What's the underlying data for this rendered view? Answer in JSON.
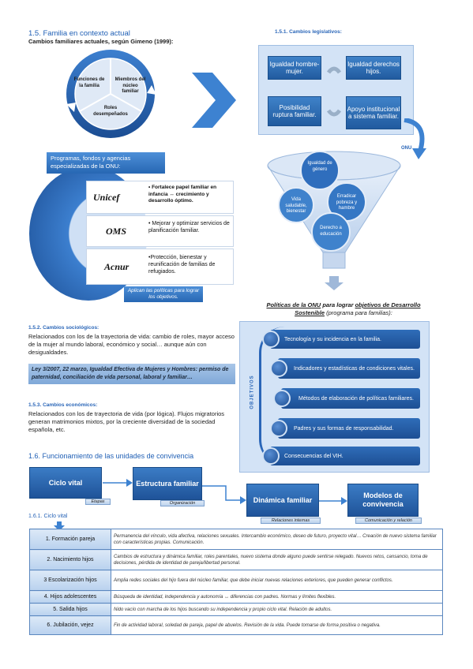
{
  "section15": {
    "title": "1.5. Familia en contexto actual",
    "subtitle": "Cambios familiares actuales, según Gimeno (1999):",
    "cycle": [
      "Funciones de la familia",
      "Miembros del núcleo familiar",
      "Roles desempeñados"
    ]
  },
  "legislativos": {
    "heading": "1.5.1. Cambios legislativos:",
    "boxes": [
      "Igualdad hombre-mujer.",
      "Igualdad derechos hijos.",
      "Posibilidad ruptura familiar.",
      "Apoyo institucional a sistema familiar."
    ]
  },
  "onu_tag": "ONU",
  "programas": {
    "header": "Programas, fondos y agencias especializadas de la ONU:",
    "orgs": [
      {
        "name": "Unicef",
        "desc": "• Fortalece papel familiar en infancia ↔ crecimiento y desarrollo óptimo."
      },
      {
        "name": "OMS",
        "desc": "• Mejorar y optimizar servicios de planificación familiar."
      },
      {
        "name": "Acnur",
        "desc": "•Protección, bienestar y reunificación de familias de refugiados."
      }
    ],
    "footer": "Aplican las políticas para lograr los objetivos."
  },
  "embudo": [
    "Igualdad de género",
    "Vida saludable, bienestar",
    "Erradicar pobreza y hambre",
    "Derecho a educación"
  ],
  "politicas_caption_parts": {
    "a": "Políticas de la ONU",
    "b": " para lograr ",
    "c": "objetivos de Desarrollo Sostenible",
    "d": " (programa para familias):"
  },
  "objetivos": {
    "side_label": "OBJETIVOS",
    "items": [
      "Tecnología y su incidencia en la familia.",
      "Indicadores y estadísticas de condiciones vitales.",
      "Métodos de elaboración de políticas familiares.",
      "Padres y sus formas de responsabilidad.",
      "Consecuencias del VIH."
    ]
  },
  "sociologicos": {
    "heading": "1.5.2. Cambios sociológicos:",
    "text": "Relacionados con los de la trayectoria de vida: cambio de roles, mayor acceso de la mujer al mundo laboral, económico y social… aunque aún con desigualdades.",
    "law": "Ley 3/2007, 22 marzo, Igualdad Efectiva de Mujeres y Hombres: permiso de paternidad, conciliación de vida personal, laboral y familiar…"
  },
  "economicos": {
    "heading": "1.5.3. Cambios económicos:",
    "text": "Relacionados con los de trayectoria de vida (por lógica). Flujos migratorios generan matrimonios mixtos, por la creciente diversidad de la sociedad española, etc."
  },
  "section16": {
    "title": "1.6. Funcionamiento de las unidades de convivencia",
    "flow": [
      {
        "label": "Ciclo vital",
        "tag": "Etapas"
      },
      {
        "label": "Estructura familiar",
        "tag": "Organización"
      },
      {
        "label": "Dinámica familiar",
        "tag": "Relaciones internas"
      },
      {
        "label": "Modelos de convivencia",
        "tag": "Comunicación y relación"
      }
    ],
    "subheading": "1.6.1. Ciclo vital"
  },
  "ciclo_table": [
    {
      "stage": "1. Formación pareja",
      "desc": "Permanencia del vínculo, vida afectiva, relaciones sexuales. Intercambio económico, deseo de futuro, proyecto vital… Creación de nuevo sistema familiar con características propias. Comunicación."
    },
    {
      "stage": "2. Nacimiento hijos",
      "desc": "Cambios de estructura y dinámica familiar, roles parentales, nuevo sistema donde alguno puede sentirse relegado. Nuevos retos, cansancio, toma de decisiones, pérdida de identidad de pareja/libertad personal."
    },
    {
      "stage": "3 Escolarización hijos",
      "desc": "Amplia redes sociales del hijo fuera del núcleo familiar, que debe iniciar nuevas relaciones exteriores, que pueden generar conflictos."
    },
    {
      "stage": "4. Hijos adolescentes",
      "desc": "Búsqueda de identidad, independencia y autonomía ↔ diferencias con padres. Normas y límites flexibles."
    },
    {
      "stage": "5. Salida hijos",
      "desc": "Nido vacío con marcha de los hijos buscando su independencia y propio ciclo vital. Relación de adultos."
    },
    {
      "stage": "6. Jubilación, vejez",
      "desc": "Fin de actividad laboral, soledad de pareja, papel de abuelos. Revisión de la vida. Puede tomarse de forma positiva o negativa."
    }
  ]
}
